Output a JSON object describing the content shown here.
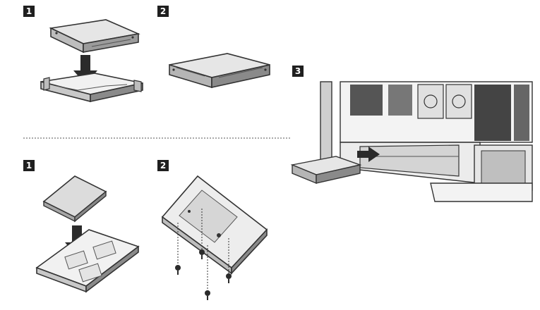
{
  "steps": {
    "hdd_step1": "1",
    "hdd_step2": "2",
    "install_step3": "3",
    "ssd_step1": "1",
    "ssd_step2": "2"
  },
  "colors": {
    "badge_bg": "#1f1f1f",
    "line": "#333333",
    "fill_light": "#e6e6e6",
    "fill_mid": "#bdbdbd",
    "fill_dark": "#6f6f6f",
    "arrow": "#2b2b2b",
    "divider": "#a9a9a9"
  },
  "icons": [
    "hdd-icon",
    "hdd-tray-icon",
    "down-arrow-icon",
    "ssd-icon",
    "ssd-tray-icon",
    "screw-icon",
    "pc-case-icon",
    "insert-arrow-icon"
  ]
}
